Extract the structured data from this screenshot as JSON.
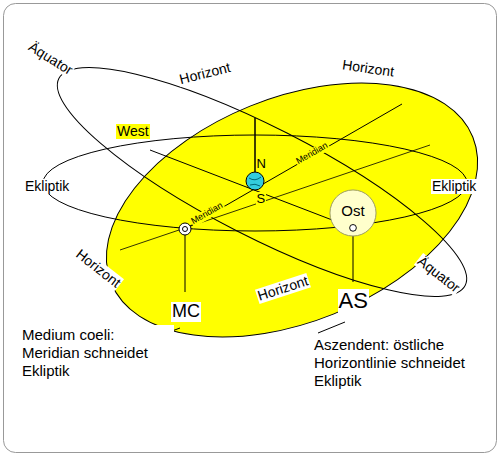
{
  "diagram": {
    "nodes": [
      {
        "text": [
          "Ost"
        ]
      }
    ],
    "labels": [
      "Äquator",
      "Horizont",
      "Horizont",
      "West",
      "N",
      "S",
      "Meridian",
      "Meridian",
      "Ekliptik",
      "Ekliptik",
      "Horizont",
      "Horizont",
      "Äquator",
      "MC",
      "AS",
      "Medium coeli: Meridian schneidet Ekliptik",
      "Aszendent: östliche Horizontlinie schneidet Ekliptik"
    ]
  }
}
